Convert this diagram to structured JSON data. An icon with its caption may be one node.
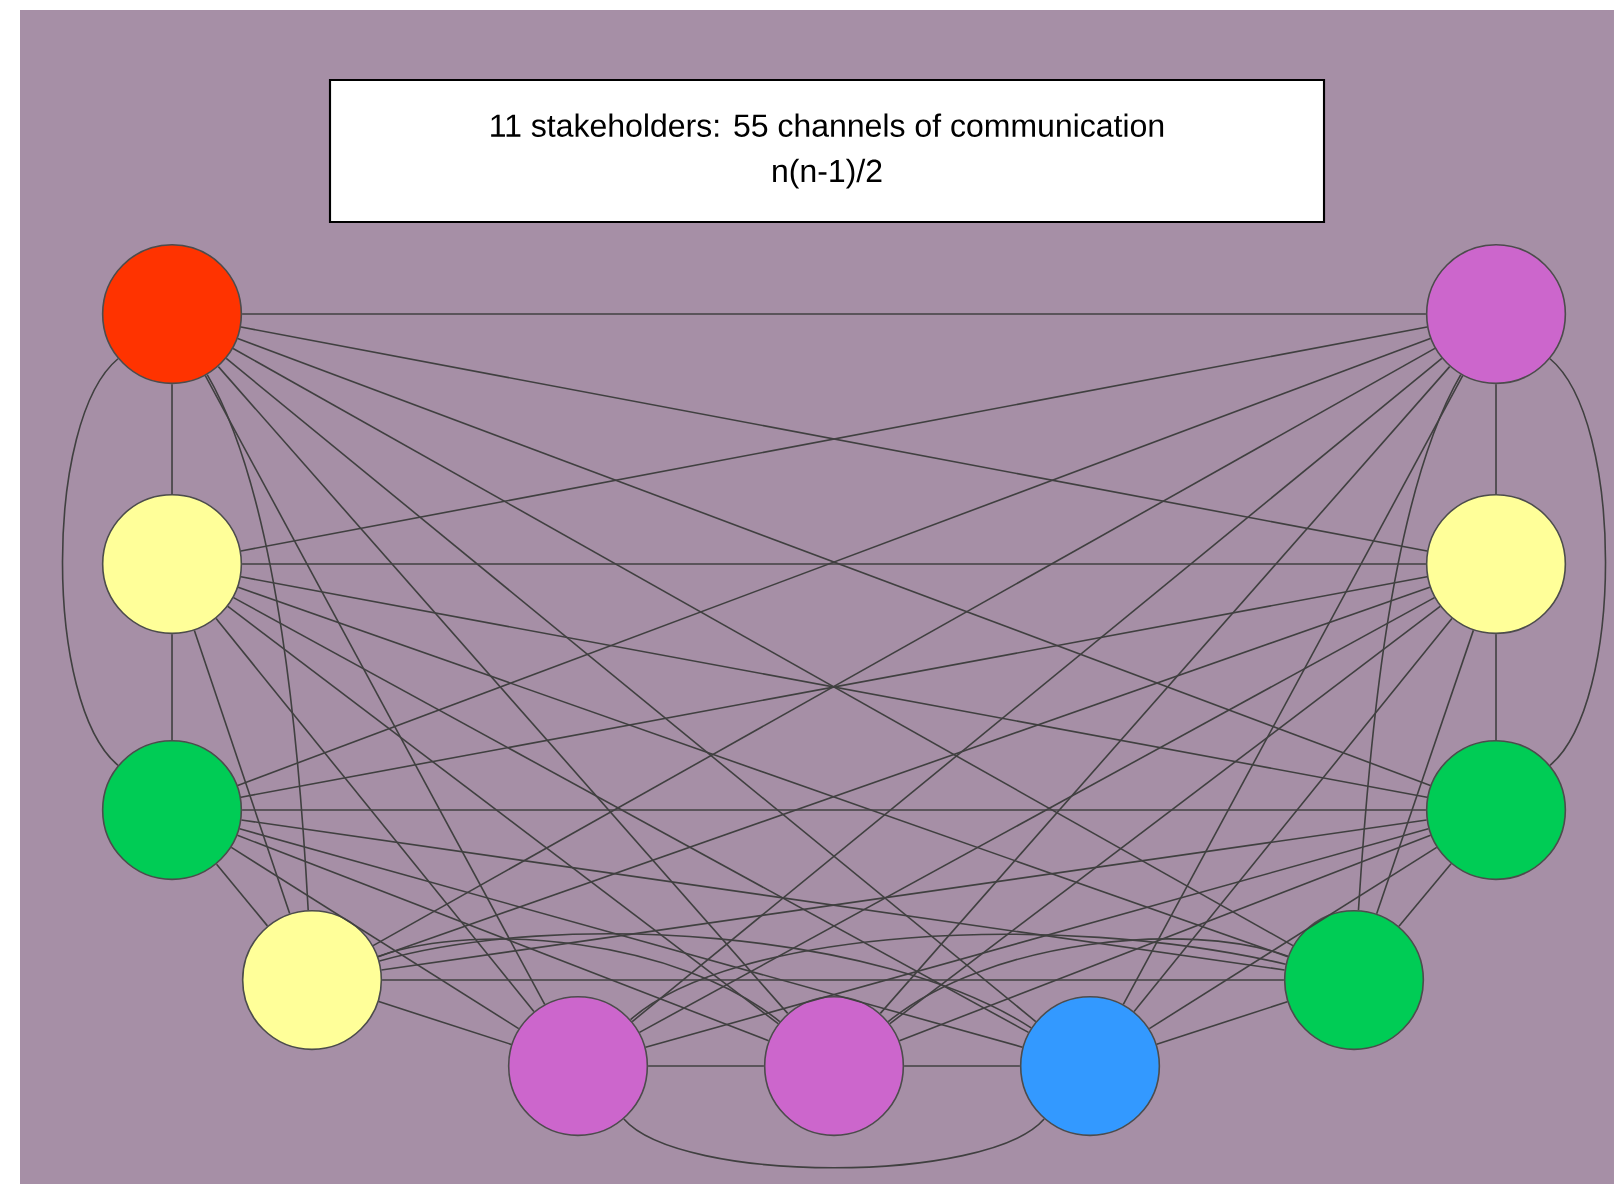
{
  "diagram": {
    "nodes": [
      {
        "text": [
          "11 stakeholders: 55 channels of communication",
          "n(n-1)/2"
        ]
      },
      {
        "text": [],
        "shape": "circle"
      },
      {
        "text": [],
        "shape": "circle"
      },
      {
        "text": [],
        "shape": "circle"
      },
      {
        "text": [],
        "shape": "circle"
      },
      {
        "text": [],
        "shape": "circle"
      },
      {
        "text": [],
        "shape": "circle"
      },
      {
        "text": [],
        "shape": "circle"
      },
      {
        "text": [],
        "shape": "circle"
      },
      {
        "text": [],
        "shape": "circle"
      },
      {
        "text": [],
        "shape": "circle"
      },
      {
        "text": [],
        "shape": "circle"
      }
    ],
    "edges": [
      {
        "from": 1,
        "to": 2,
        "arrow": "none"
      },
      {
        "from": 1,
        "to": 3,
        "arrow": "none"
      },
      {
        "from": 1,
        "to": 4,
        "arrow": "none"
      },
      {
        "from": 1,
        "to": 5,
        "arrow": "none"
      },
      {
        "from": 1,
        "to": 6,
        "arrow": "none"
      },
      {
        "from": 1,
        "to": 7,
        "arrow": "none"
      },
      {
        "from": 1,
        "to": 8,
        "arrow": "none"
      },
      {
        "from": 1,
        "to": 9,
        "arrow": "none"
      },
      {
        "from": 1,
        "to": 10,
        "arrow": "none"
      },
      {
        "from": 1,
        "to": 11,
        "arrow": "none"
      },
      {
        "from": 2,
        "to": 3,
        "arrow": "none"
      },
      {
        "from": 2,
        "to": 4,
        "arrow": "none"
      },
      {
        "from": 2,
        "to": 5,
        "arrow": "none"
      },
      {
        "from": 2,
        "to": 6,
        "arrow": "none"
      },
      {
        "from": 2,
        "to": 7,
        "arrow": "none"
      },
      {
        "from": 2,
        "to": 8,
        "arrow": "none"
      },
      {
        "from": 2,
        "to": 9,
        "arrow": "none"
      },
      {
        "from": 2,
        "to": 10,
        "arrow": "none"
      },
      {
        "from": 2,
        "to": 11,
        "arrow": "none"
      },
      {
        "from": 3,
        "to": 4,
        "arrow": "none"
      },
      {
        "from": 3,
        "to": 5,
        "arrow": "none"
      },
      {
        "from": 3,
        "to": 6,
        "arrow": "none"
      },
      {
        "from": 3,
        "to": 7,
        "arrow": "none"
      },
      {
        "from": 3,
        "to": 8,
        "arrow": "none"
      },
      {
        "from": 3,
        "to": 9,
        "arrow": "none"
      },
      {
        "from": 3,
        "to": 10,
        "arrow": "none"
      },
      {
        "from": 3,
        "to": 11,
        "arrow": "none"
      },
      {
        "from": 4,
        "to": 5,
        "arrow": "none"
      },
      {
        "from": 4,
        "to": 6,
        "arrow": "none"
      },
      {
        "from": 4,
        "to": 7,
        "arrow": "none"
      },
      {
        "from": 4,
        "to": 8,
        "arrow": "none"
      },
      {
        "from": 4,
        "to": 9,
        "arrow": "none"
      },
      {
        "from": 4,
        "to": 10,
        "arrow": "none"
      },
      {
        "from": 4,
        "to": 11,
        "arrow": "none"
      },
      {
        "from": 5,
        "to": 6,
        "arrow": "none"
      },
      {
        "from": 5,
        "to": 7,
        "arrow": "none"
      },
      {
        "from": 5,
        "to": 8,
        "arrow": "none"
      },
      {
        "from": 5,
        "to": 9,
        "arrow": "none"
      },
      {
        "from": 5,
        "to": 10,
        "arrow": "none"
      },
      {
        "from": 5,
        "to": 11,
        "arrow": "none"
      },
      {
        "from": 6,
        "to": 7,
        "arrow": "none"
      },
      {
        "from": 6,
        "to": 8,
        "arrow": "none"
      },
      {
        "from": 6,
        "to": 9,
        "arrow": "none"
      },
      {
        "from": 6,
        "to": 10,
        "arrow": "none"
      },
      {
        "from": 6,
        "to": 11,
        "arrow": "none"
      },
      {
        "from": 7,
        "to": 8,
        "arrow": "none"
      },
      {
        "from": 7,
        "to": 9,
        "arrow": "none"
      },
      {
        "from": 7,
        "to": 10,
        "arrow": "none"
      },
      {
        "from": 7,
        "to": 11,
        "arrow": "none"
      },
      {
        "from": 8,
        "to": 9,
        "arrow": "none"
      },
      {
        "from": 8,
        "to": 10,
        "arrow": "none"
      },
      {
        "from": 8,
        "to": 11,
        "arrow": "none"
      },
      {
        "from": 9,
        "to": 10,
        "arrow": "none"
      },
      {
        "from": 9,
        "to": 11,
        "arrow": "none"
      },
      {
        "from": 10,
        "to": 11,
        "arrow": "none"
      }
    ]
  }
}
